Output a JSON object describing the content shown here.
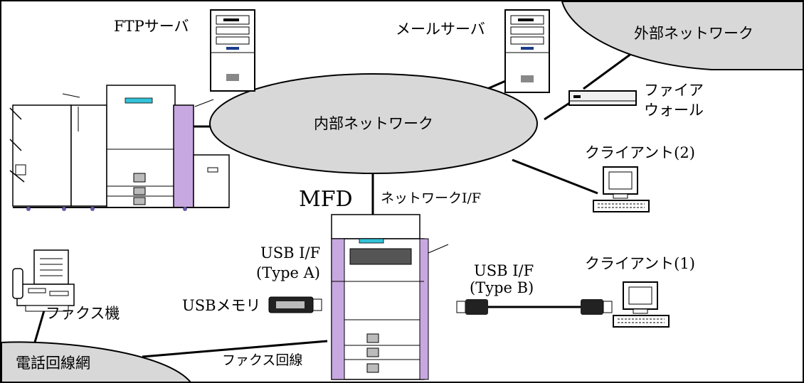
{
  "diagram": {
    "networks": {
      "internal": "内部ネットワーク",
      "external": "外部ネットワーク",
      "phone": "電話回線網"
    },
    "devices": {
      "ftp_server": "FTPサーバ",
      "mail_server": "メールサーバ",
      "firewall_line1": "ファイア",
      "firewall_line2": "ウォール",
      "client2": "クライアント(2)",
      "client1": "クライアント(1)",
      "fax_machine": "ファクス機",
      "usb_memory": "USBメモリ",
      "mfd": "MFD"
    },
    "interfaces": {
      "network_if": "ネットワークI/F",
      "usb_a_line1": "USB I/F",
      "usb_a_line2": "(Type A)",
      "usb_b_line1": "USB I/F",
      "usb_b_line2": "(Type B)",
      "fax_line": "ファクス回線"
    }
  }
}
